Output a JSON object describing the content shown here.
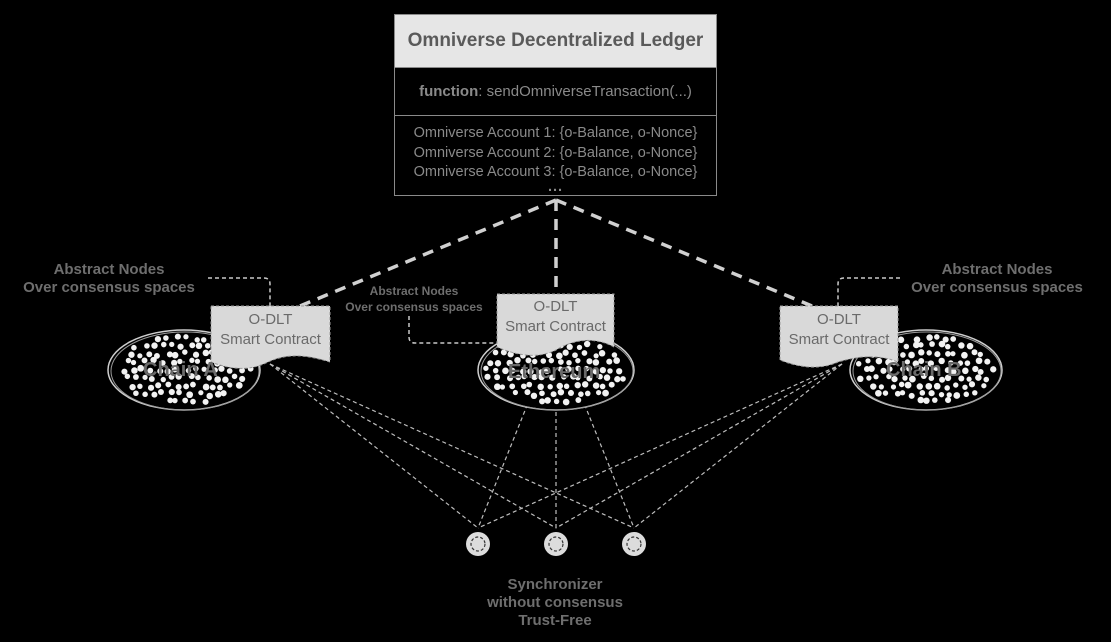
{
  "ledger": {
    "title": "Omniverse Decentralized Ledger",
    "function_keyword": "function",
    "function_signature": ": sendOmniverseTransaction(...)",
    "accounts": [
      "Omniverse Account 1: {o-Balance, o-Nonce}",
      "Omniverse Account 2: {o-Balance, o-Nonce}",
      "Omniverse Account 3: {o-Balance, o-Nonce}"
    ],
    "ellipsis": "..."
  },
  "abstract_nodes": {
    "left": {
      "line1": "Abstract Nodes",
      "line2": "Over consensus spaces"
    },
    "center": {
      "line1": "Abstract Nodes",
      "line2": "Over consensus spaces"
    },
    "right": {
      "line1": "Abstract Nodes",
      "line2": "Over consensus spaces"
    }
  },
  "contracts": [
    {
      "line1": "O-DLT",
      "line2": "Smart Contract"
    },
    {
      "line1": "O-DLT",
      "line2": "Smart Contract"
    },
    {
      "line1": "O-DLT",
      "line2": "Smart Contract"
    }
  ],
  "chains": [
    "Chain A",
    "Ethereum",
    "Chain B"
  ],
  "synchronizer": {
    "line1": "Synchronizer",
    "line2": "without consensus",
    "line3": "Trust-Free",
    "node_count": 3
  },
  "colors": {
    "background": "#000000",
    "box_fill": "#d9d9d9",
    "text_gray": "#6e6e6e",
    "line": "#cfcfcf"
  }
}
